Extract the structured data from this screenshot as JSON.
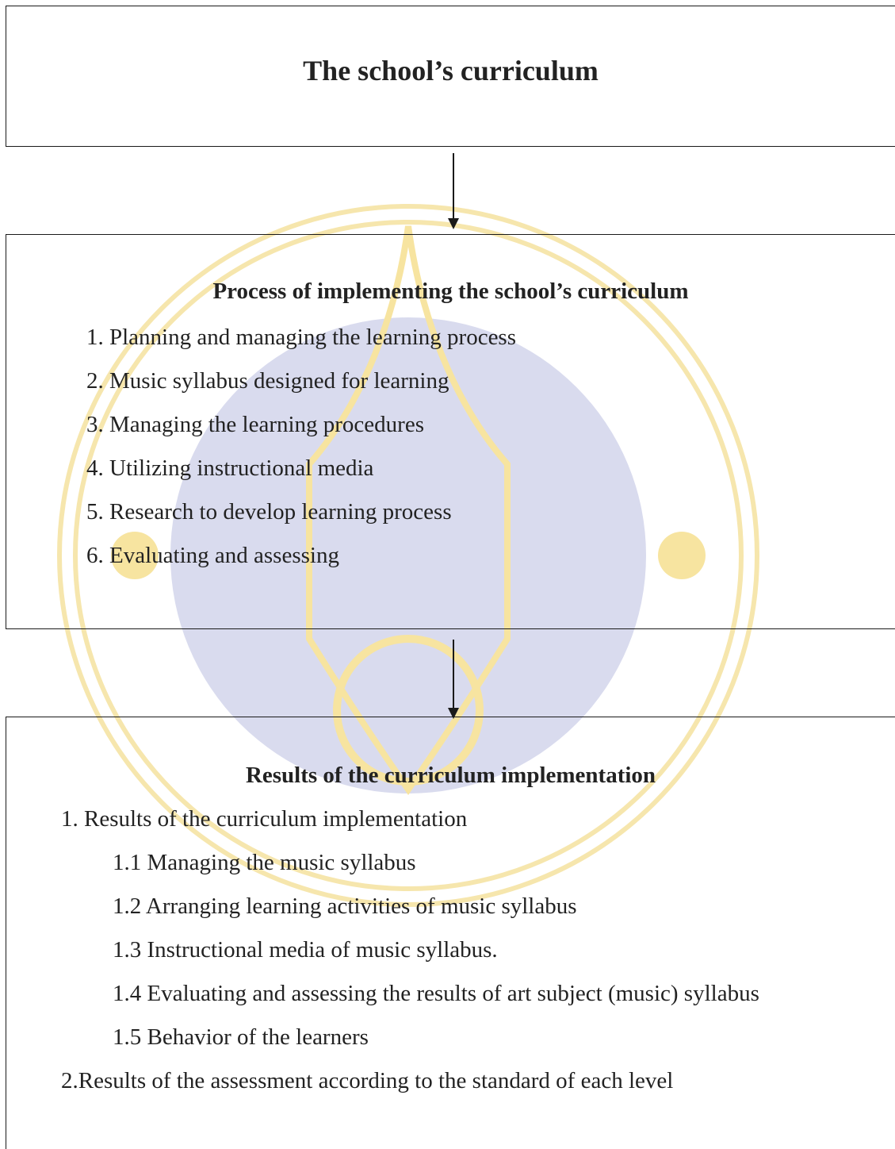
{
  "top_box": {
    "title": "The school’s curriculum"
  },
  "process_box": {
    "title": "Process of implementing the school’s curriculum",
    "items": [
      "1. Planning and managing the learning process",
      "2. Music syllabus designed for learning",
      "3. Managing the learning procedures",
      "4. Utilizing instructional media",
      "5. Research to develop learning process",
      "6. Evaluating and assessing"
    ]
  },
  "results_box": {
    "title": "Results of the curriculum implementation",
    "items": [
      "1. Results of the curriculum implementation",
      "1.1 Managing the music syllabus",
      "1.2 Arranging learning activities of music syllabus",
      "1.3 Instructional media of music syllabus.",
      "1.4 Evaluating and assessing the results of art subject (music) syllabus",
      "1.5 Behavior of the learners",
      "2.Results of the assessment according to the standard of each level"
    ]
  },
  "colors": {
    "line": "#1a1a1a",
    "text": "#222222",
    "watermark_gold": "#f2d574",
    "watermark_blue": "#cdd0e8"
  }
}
